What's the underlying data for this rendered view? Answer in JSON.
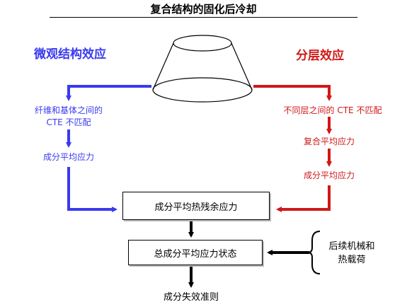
{
  "title": "复合结构的固化后冷却",
  "left": {
    "heading": "微观结构效应",
    "cause_line1": "纤维和基体之间的",
    "cause_line2": "CTE 不匹配",
    "result": "成分平均应力"
  },
  "right": {
    "heading": "分层效应",
    "cause": "不同层之间的 CTE 不匹配",
    "step1": "复合平均应力",
    "step2": "成分平均应力"
  },
  "center": {
    "residual_box": "成分平均热残余应力",
    "state_box": "总成分平均应力状态",
    "criterion": "成分失效准则"
  },
  "load": {
    "line1": "后续机械和",
    "line2": "热载荷"
  },
  "colors": {
    "blue": "#3a3af0",
    "red": "#d01818",
    "black": "#000000"
  }
}
